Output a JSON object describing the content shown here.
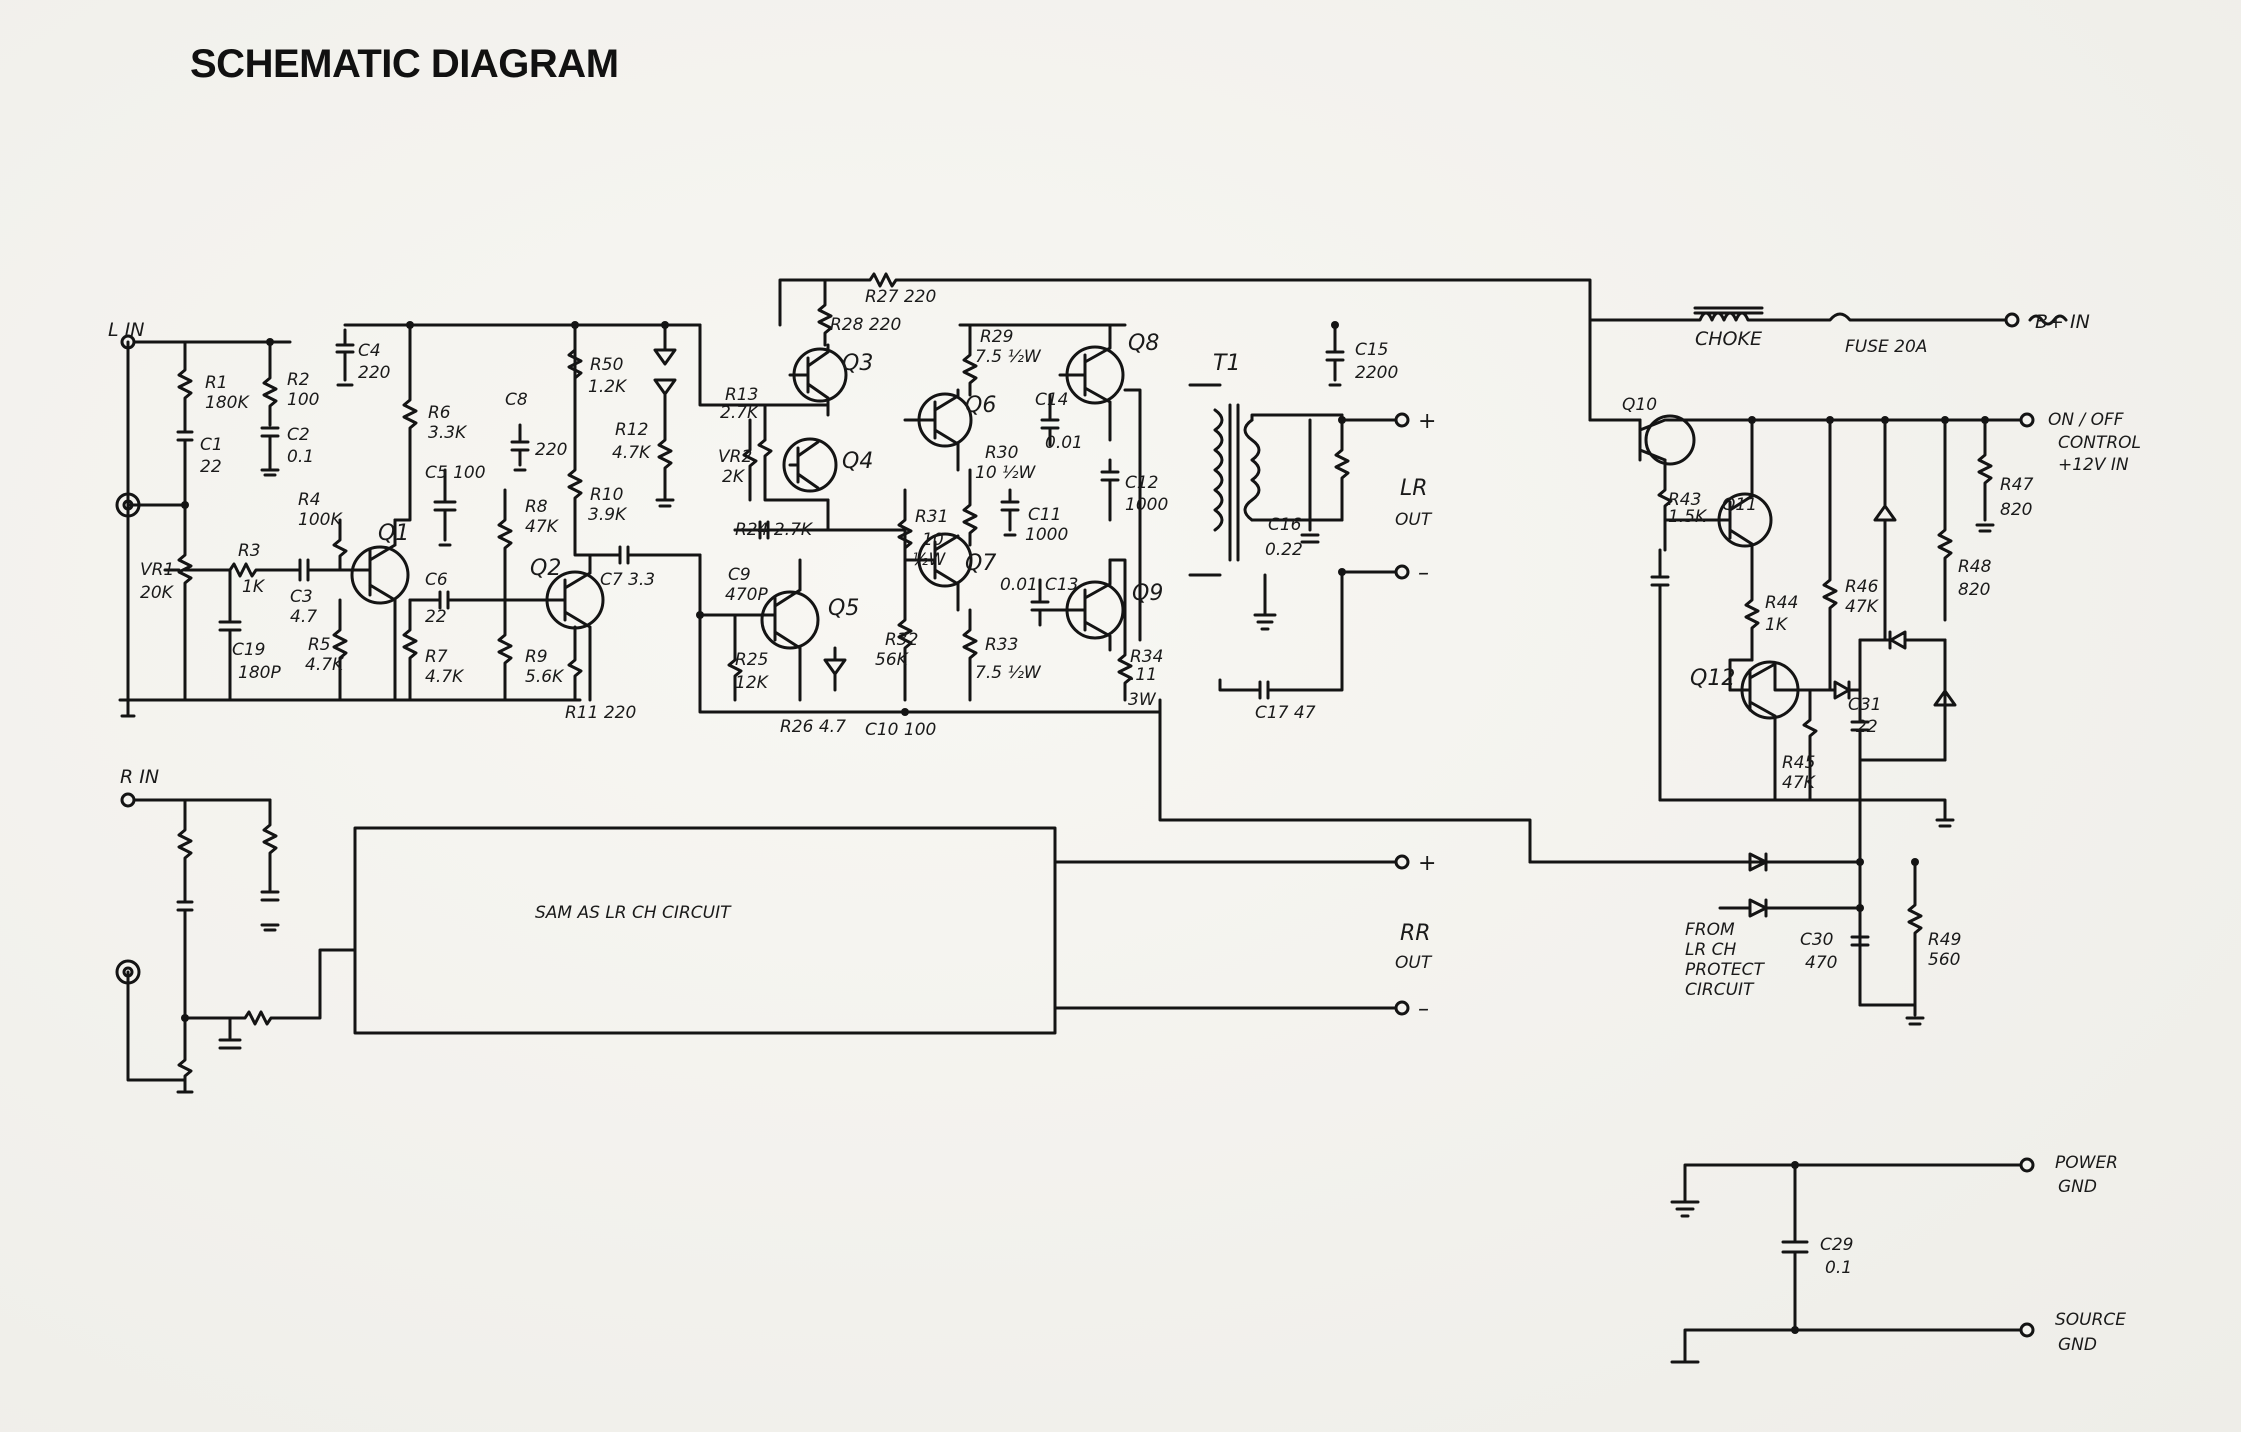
{
  "title": "SCHEMATIC DIAGRAM",
  "labels": {
    "l_in": "L   IN",
    "r_in": "R   IN",
    "r1": "R1",
    "r1_val": "180K",
    "r2": "R2",
    "r2_val": "100",
    "c1": "C1",
    "c1_val": "22",
    "c2": "C2",
    "c2_val": "0.1",
    "c4": "C4",
    "c4_val": "220",
    "r6": "R6",
    "r6_val": "3.3K",
    "r50": "R50",
    "r50_val": "1.2K",
    "c8": "C8",
    "c8_val": "220",
    "c5": "C5 100",
    "r12": "R12",
    "r12_val": "4.7K",
    "r4": "R4",
    "r4_val": "100K",
    "q1": "Q1",
    "q2": "Q2",
    "r8": "R8",
    "r8_val": "47K",
    "r10": "R10",
    "r10_val": "3.9K",
    "vr1": "VR1",
    "vr1_val": "20K",
    "r3": "R3",
    "r3_val": "1K",
    "c3": "C3",
    "c3_val": "4.7",
    "c6": "C6",
    "c6_val": "22",
    "c7": "C7 3.3",
    "c19": "C19",
    "c19_val": "180P",
    "r5": "R5",
    "r5_val": "4.7K",
    "r7": "R7",
    "r7_val": "4.7K",
    "r9": "R9",
    "r9_val": "5.6K",
    "r11": "R11 220",
    "r27": "R27 220",
    "r28": "R28 220",
    "q3": "Q3",
    "r13": "R13",
    "r13_val": "2.7K",
    "vr2": "VR2",
    "vr2_val": "2K",
    "q4": "Q4",
    "r24": "R24 2.7K",
    "c9": "C9",
    "c9_val": "470P",
    "q5": "Q5",
    "r25": "R25",
    "r25_val": "12K",
    "r26": "R26 4.7",
    "c10": "C10 100",
    "r29": "R29",
    "r29_val": "7.5 ½W",
    "q6": "Q6",
    "c14": "C14",
    "c14_val": "0.01",
    "r30": "R30",
    "r30_val": "10 ½W",
    "c11": "C11",
    "c11_val": "1000",
    "r31": "R31",
    "r31_val": "10",
    "r31_val2": "½W",
    "q7": "Q7",
    "c13_val": "0.01",
    "c13": "C13",
    "r32": "R32",
    "r32_val": "56K",
    "r33": "R33",
    "r33_val": "7.5 ½W",
    "q8": "Q8",
    "q9": "Q9",
    "c12": "C12",
    "c12_val": "1000",
    "r34": "R34",
    "r34_val": ".11",
    "r34_val2": "3W",
    "t1": "T1",
    "c15": "C15",
    "c15_val": "2200",
    "c16": "C16",
    "c16_val": "0.22",
    "c17": "C17  47",
    "lr_out": "LR",
    "lr_out2": "OUT",
    "rr_out": "RR",
    "rr_out2": "OUT",
    "plus": "+",
    "minus": "–",
    "choke": "CHOKE",
    "fuse": "FUSE  20A",
    "b_in": "B+  IN",
    "onoff": "ON / OFF",
    "control": "CONTROL",
    "v12": "+12V IN",
    "q10": "Q10",
    "r43": "R43",
    "r43_val": "1.5K",
    "q11": "Q11",
    "r44": "R44",
    "r44_val": "1K",
    "q12": "Q12",
    "r45": "R45",
    "r45_val": "47K",
    "r46": "R46",
    "r46_val": "47K",
    "r47": "R47",
    "r47_val": "820",
    "r48": "R48",
    "r48_val": "820",
    "c31": "C31",
    "c31_val": "22",
    "c30": "C30",
    "c30_val": "470",
    "r49": "R49",
    "r49_val": "560",
    "from": "FROM",
    "lrch": "LR CH",
    "protect": "PROTECT",
    "circuit": "CIRCUIT",
    "sam": "SAM  AS  LR  CH  CIRCUIT",
    "power_gnd": "POWER",
    "power_gnd2": "GND",
    "source_gnd": "SOURCE",
    "source_gnd2": "GND",
    "c29": "C29",
    "c29_val": "0.1"
  }
}
